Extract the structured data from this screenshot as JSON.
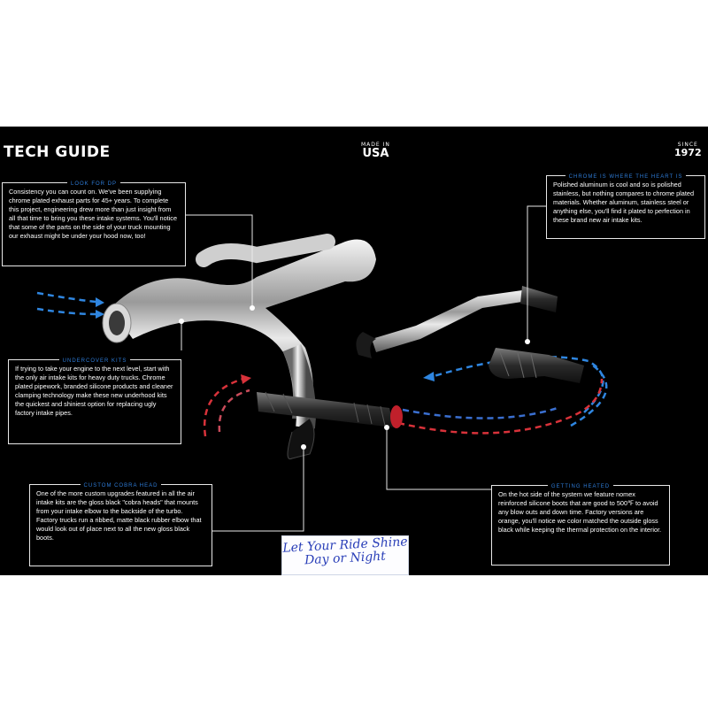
{
  "header": {
    "title": "TECH GUIDE",
    "made_small": "MADE IN",
    "made_big": "USA",
    "since_small": "SINCE",
    "since_year": "1972"
  },
  "callouts": {
    "look_for_dp": {
      "heading": "LOOK FOR DP",
      "text": "Consistency you can count on. We've been supplying chrome plated exhaust parts for 45+ years. To complete this project, engineering drew more than just insight from all that time to bring you these intake systems. You'll notice that some of the parts on the side of your truck mounting our exhaust might be under your hood now, too!"
    },
    "chrome": {
      "heading": "CHROME IS WHERE THE HEART IS",
      "text": "Polished aluminum is cool and so is polished stainless, but nothing compares to chrome plated materials. Whether aluminum, stainless steel or anything else, you'll find it plated to perfection in these brand new air intake kits."
    },
    "undercover": {
      "heading": "UNDERCOVER KITS",
      "text": "If trying to take your engine to the next level, start with the only air intake kits for heavy duty trucks. Chrome plated pipework, branded silicone products and cleaner clamping technology make these new underhood kits the quickest and shiniest option for replacing ugly factory intake pipes."
    },
    "cobra": {
      "heading": "CUSTOM COBRA HEAD",
      "text": "One of the more custom upgrades featured in all the air intake kits are the gloss black \"cobra heads\" that mounts from your intake elbow to the backside of the turbo. Factory trucks run a ribbed, matte black rubber elbow that would look out of place next to all the new gloss black boots."
    },
    "heated": {
      "heading": "GETTING HEATED",
      "text": "On the hot side of the system we feature nomex reinforced silicone boots that are good to 500℉ to avoid any blow outs and down time. Factory versions are orange, you'll notice we color matched the outside gloss black while keeping the thermal protection on the interior."
    }
  },
  "banner": {
    "line1": "Let Your Ride Shine",
    "line2": "Day or Night"
  },
  "colors": {
    "accent_blue": "#2e7bd6",
    "flow_cold": "#2f86e0",
    "flow_hot": "#d8323a",
    "background": "#000000"
  }
}
